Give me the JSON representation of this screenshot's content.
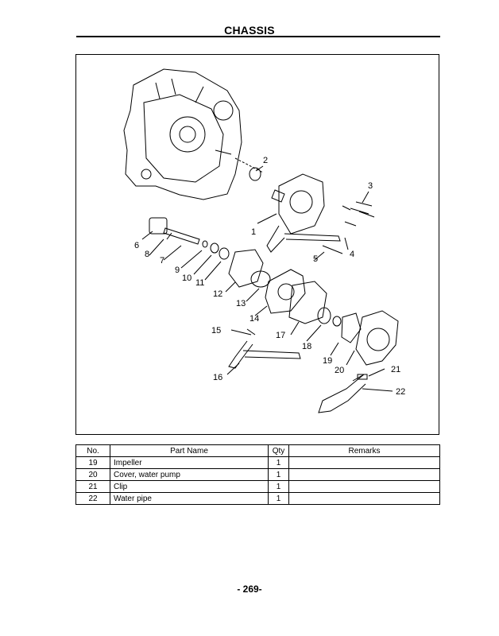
{
  "header": {
    "title": "CHASSIS"
  },
  "figure": {
    "callouts": [
      "1",
      "2",
      "3",
      "4",
      "5",
      "6",
      "7",
      "8",
      "9",
      "10",
      "11",
      "12",
      "13",
      "14",
      "15",
      "16",
      "17",
      "18",
      "19",
      "20",
      "21",
      "22"
    ]
  },
  "table": {
    "headers": {
      "no": "No.",
      "name": "Part Name",
      "qty": "Qty",
      "remarks": "Remarks"
    },
    "rows": [
      {
        "no": "19",
        "name": "Impeller",
        "qty": "1",
        "remarks": ""
      },
      {
        "no": "20",
        "name": "Cover, water pump",
        "qty": "1",
        "remarks": ""
      },
      {
        "no": "21",
        "name": "Clip",
        "qty": "1",
        "remarks": ""
      },
      {
        "no": "22",
        "name": "Water pipe",
        "qty": "1",
        "remarks": ""
      }
    ]
  },
  "footer": {
    "page_number": "- 269-"
  }
}
